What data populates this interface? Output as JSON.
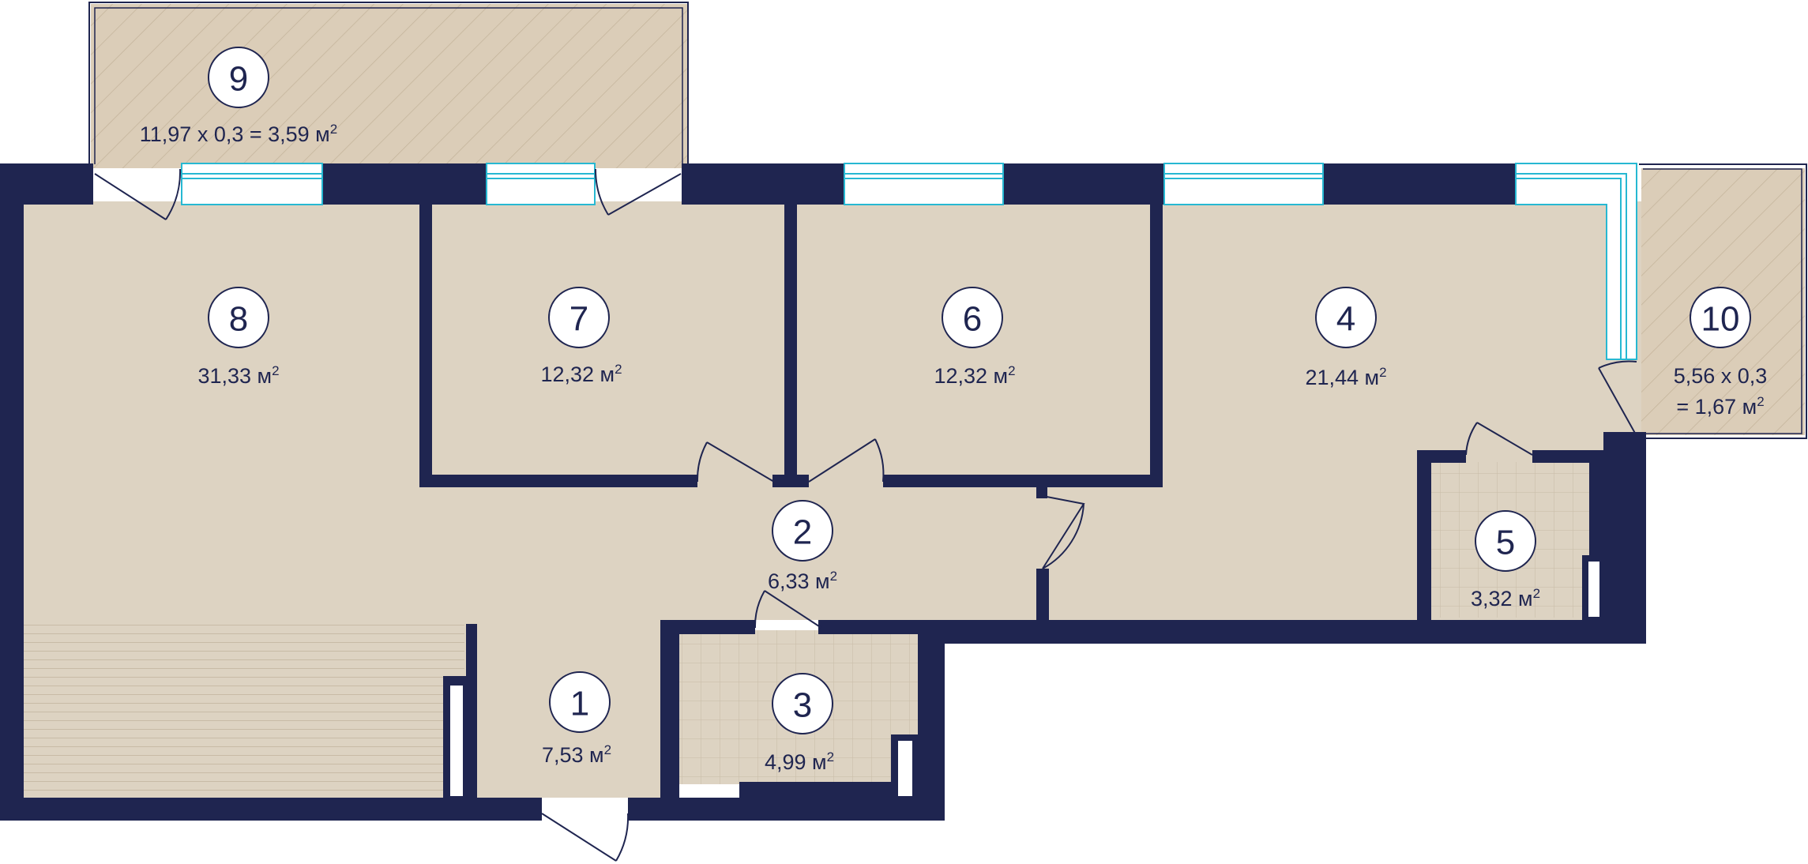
{
  "colors": {
    "wall": "#1f2550",
    "floor": "#ddd3c2",
    "balcony": "#dbcdb8",
    "window": "#27b8d2",
    "tile_line": "#c8bba6",
    "hatch": "#c4b49b"
  },
  "rooms": [
    {
      "number": "1",
      "area": "7,53 м",
      "unit_sup": "2"
    },
    {
      "number": "2",
      "area": "6,33 м",
      "unit_sup": "2"
    },
    {
      "number": "3",
      "area": "4,99 м",
      "unit_sup": "2"
    },
    {
      "number": "4",
      "area": "21,44 м",
      "unit_sup": "2"
    },
    {
      "number": "5",
      "area": "3,32 м",
      "unit_sup": "2"
    },
    {
      "number": "6",
      "area": "12,32 м",
      "unit_sup": "2"
    },
    {
      "number": "7",
      "area": "12,32 м",
      "unit_sup": "2"
    },
    {
      "number": "8",
      "area": "31,33 м",
      "unit_sup": "2"
    },
    {
      "number": "9",
      "area": "11,97 х 0,3 = 3,59 м",
      "unit_sup": "2"
    },
    {
      "number": "10",
      "area_line1": "5,56 х 0,3",
      "area_line2": "= 1,67 м",
      "unit_sup": "2"
    }
  ]
}
